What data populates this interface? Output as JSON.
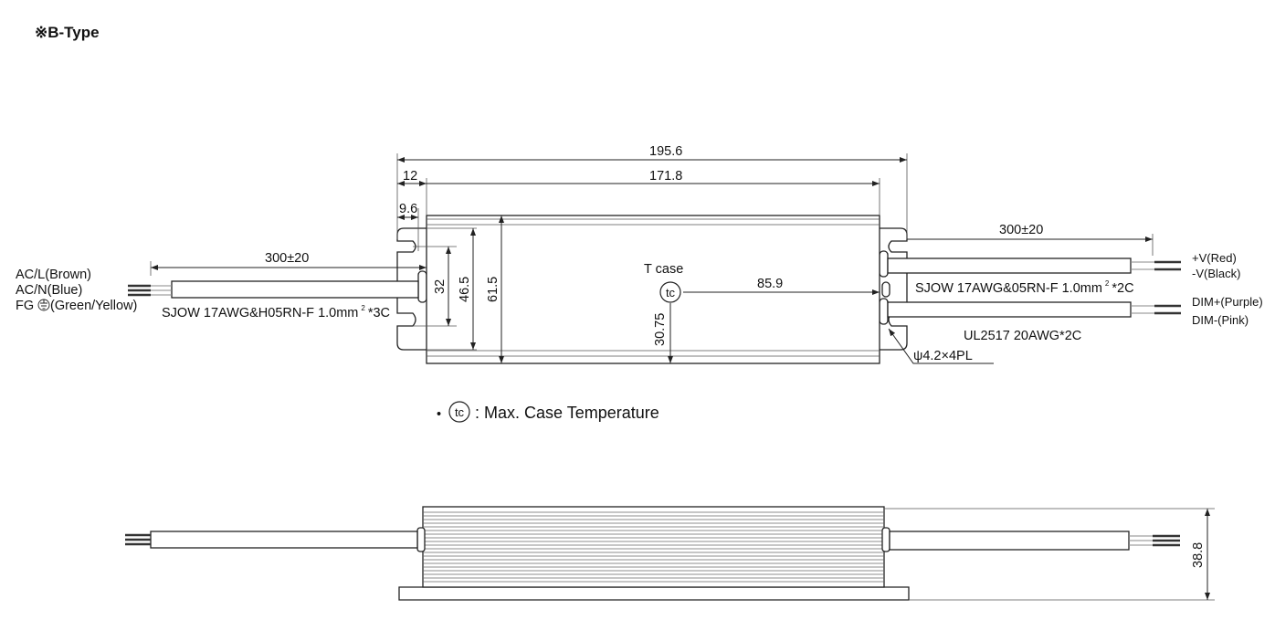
{
  "title": "※B-Type",
  "top_view": {
    "dim_overall_length": "195.6",
    "dim_flange_offset": "12",
    "dim_body_length": "171.8",
    "dim_slot_offset": "9.6",
    "dim_slot_pitch": "32",
    "dim_flange_height": "46.5",
    "dim_body_width": "61.5",
    "dim_tc_x": "85.9",
    "dim_tc_y": "30.75",
    "tcase_label": "T case",
    "tc_symbol": "tc",
    "input_cable_length": "300±20",
    "input_wires": [
      "AC/L(Brown)",
      "AC/N(Blue)",
      "FG",
      "(Green/Yellow)"
    ],
    "input_cable_spec": "SJOW 17AWG&H05RN-F 1.0mm",
    "input_cable_spec_sup": "2",
    "input_cable_spec_tail": "*3C",
    "output_cable_length": "300±20",
    "output_wires": [
      "+V(Red)",
      "-V(Black)",
      "DIM+(Purple)",
      "DIM-(Pink)"
    ],
    "output_cable_spec": "SJOW 17AWG&05RN-F 1.0mm",
    "output_cable_spec_sup": "2",
    "output_cable_spec_tail": "*2C",
    "dim_cable_spec": "UL2517 20AWG*2C",
    "mount_hole_note": "ψ4.2×4PL"
  },
  "legend": {
    "bullet": "•",
    "symbol": "tc",
    "text": ": Max. Case Temperature"
  },
  "side_view": {
    "dim_height": "38.8"
  }
}
